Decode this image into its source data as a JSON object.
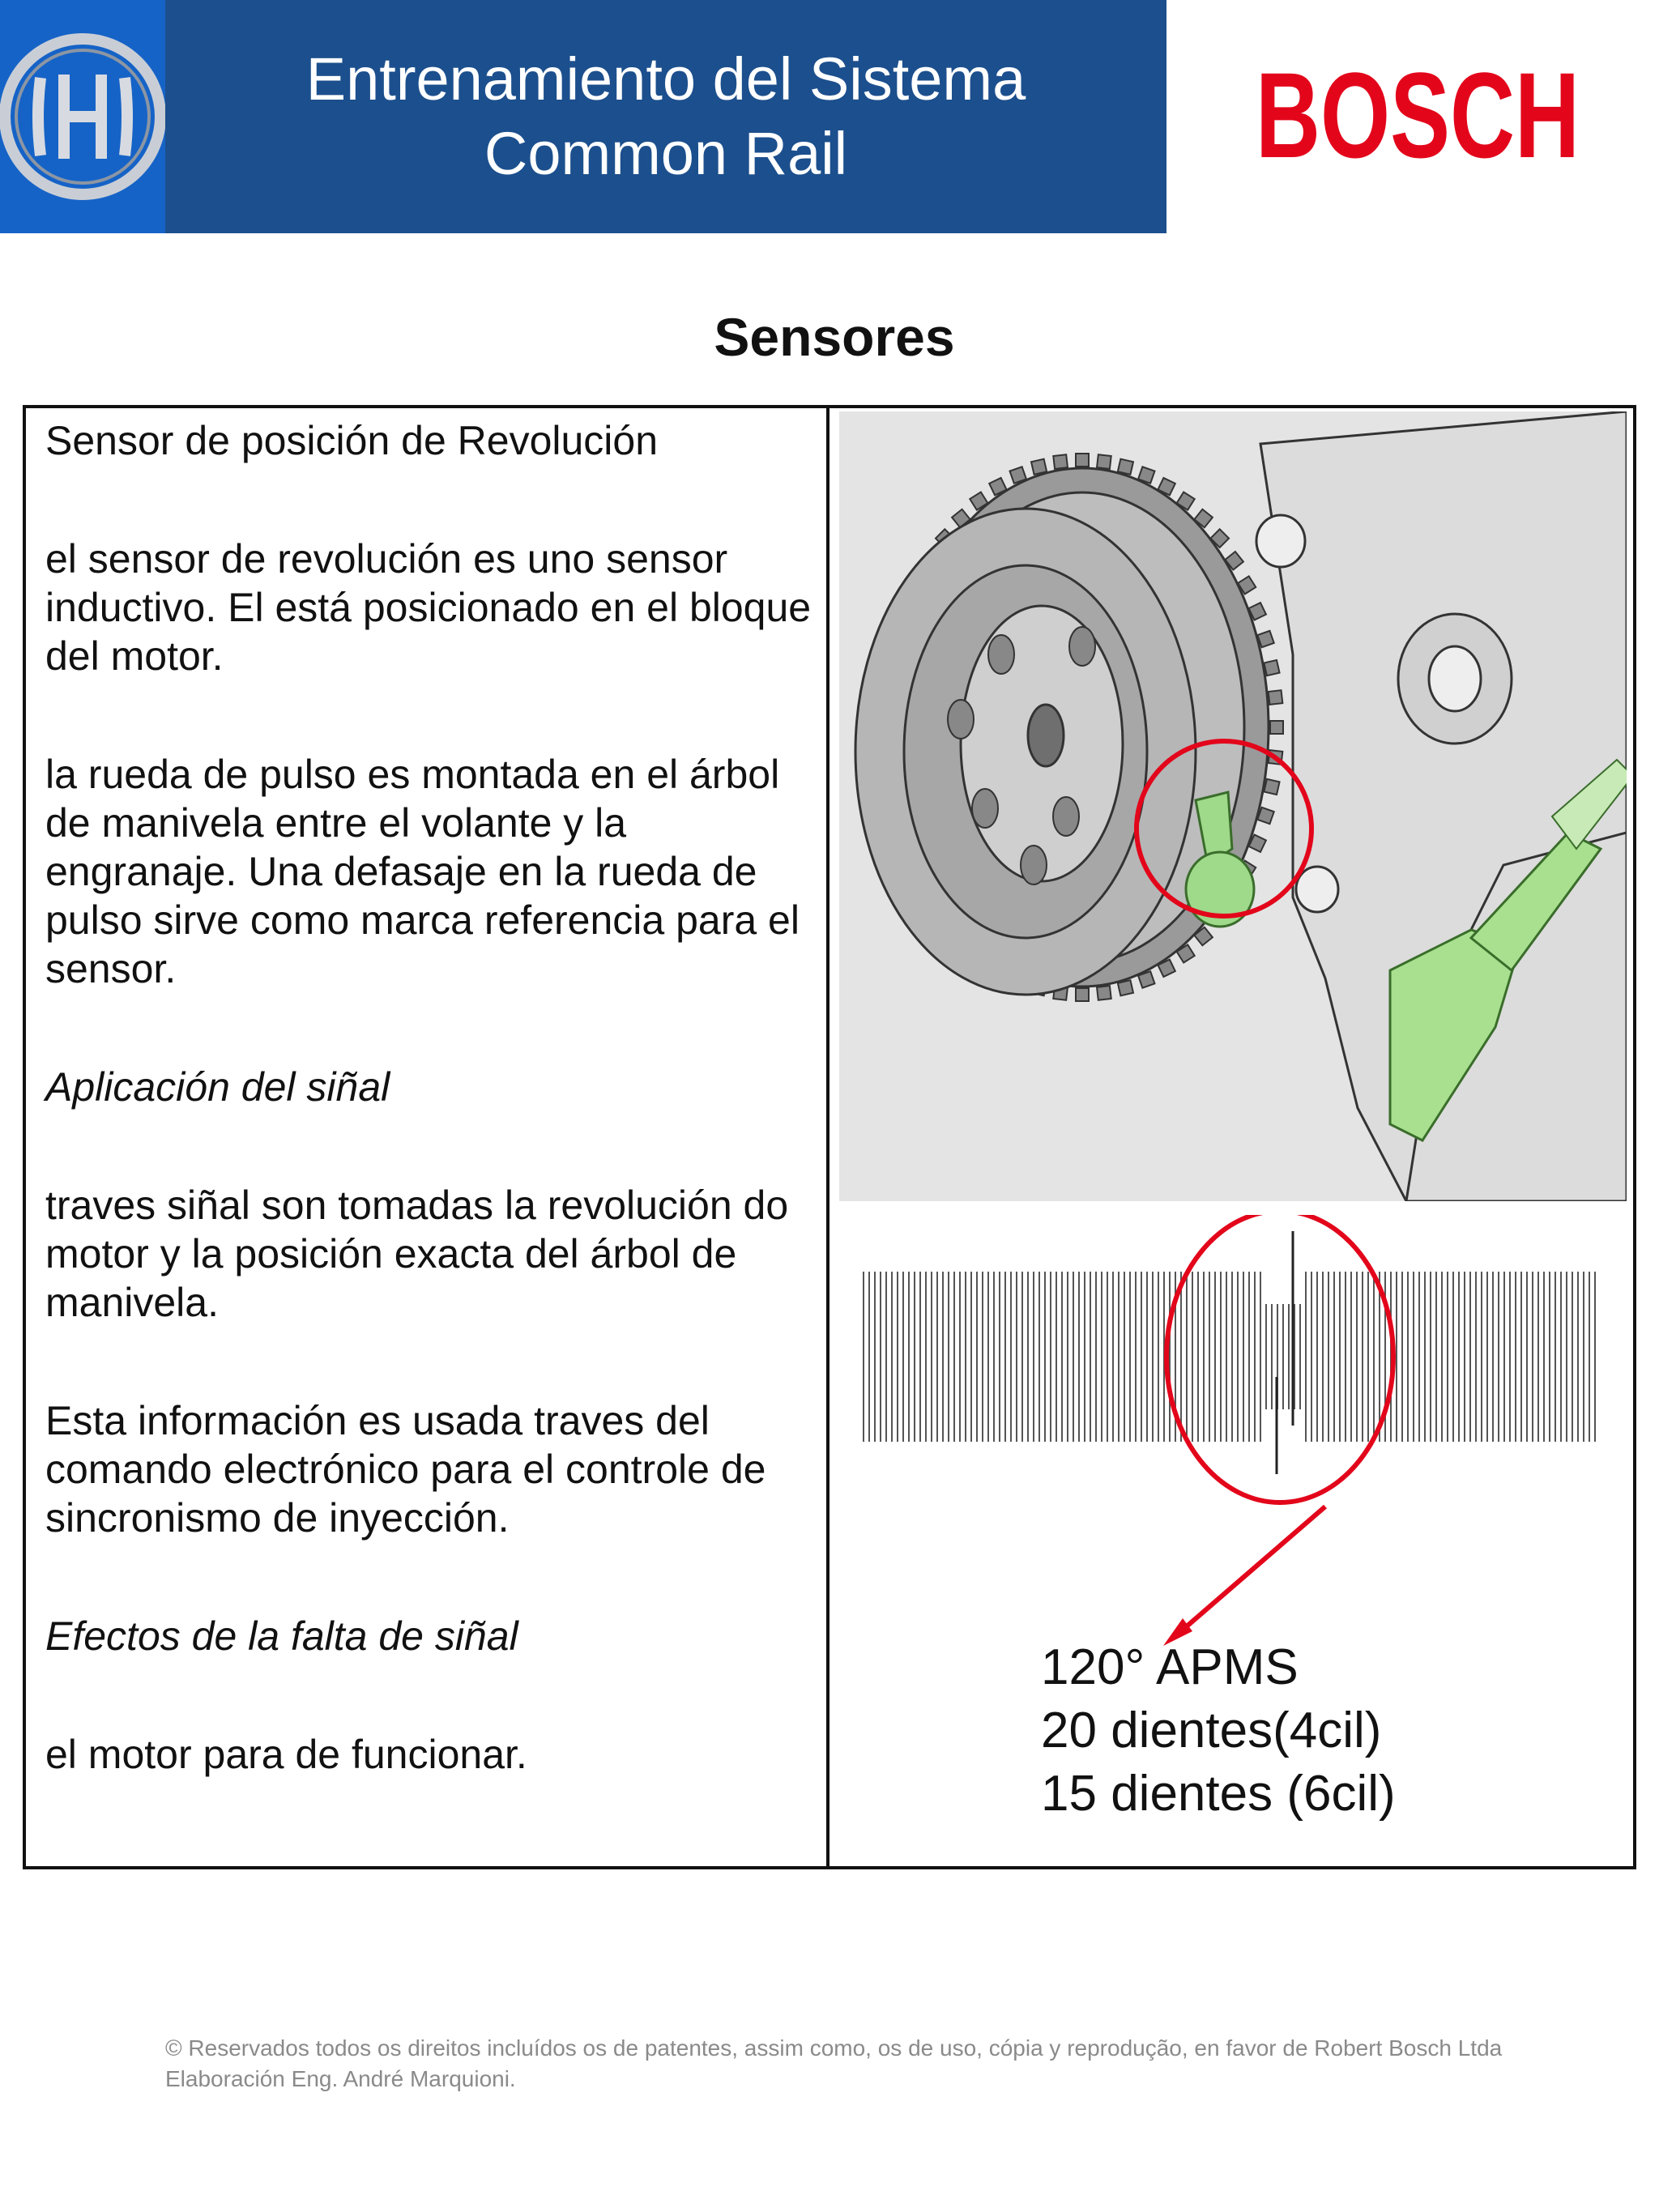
{
  "header": {
    "title_line1": "Entrenamiento del Sistema",
    "title_line2": "Common Rail",
    "brand": "BOSCH",
    "colors": {
      "bar": "#1c4f8d",
      "logo_tile": "#1663c7",
      "brand_red": "#e3061b"
    }
  },
  "section_title": "Sensores",
  "left": {
    "heading": "Sensor de posición de Revolución",
    "p1": "el sensor de revolución es uno sensor inductivo. El está posicionado en el bloque del motor.",
    "p2": "la rueda de pulso es montada en el árbol de manivela entre el volante y la engranaje. Una defasaje en la rueda de pulso sirve como marca referencia para el sensor.",
    "application_heading": "Aplicación del siñal",
    "p3": "traves siñal son tomadas la revolución do motor y la posición exacta del árbol de manivela.",
    "p4": "Esta información es usada traves del comando electrónico para el controle de sincronismo de inyección.",
    "effects_heading": "Efectos de la falta de siñal",
    "p5": "el motor para de funcionar."
  },
  "right": {
    "caption_line1": "120° APMS",
    "caption_line2": "20 dientes(4cil)",
    "caption_line3": "15 dientes (6cil)"
  },
  "footer": "© Reservados todos os direitos incluídos os de patentes, assim como, os de uso, cópia y reprodução, en favor de Robert Bosch Ltda Elaboración Eng. André Marquioni."
}
